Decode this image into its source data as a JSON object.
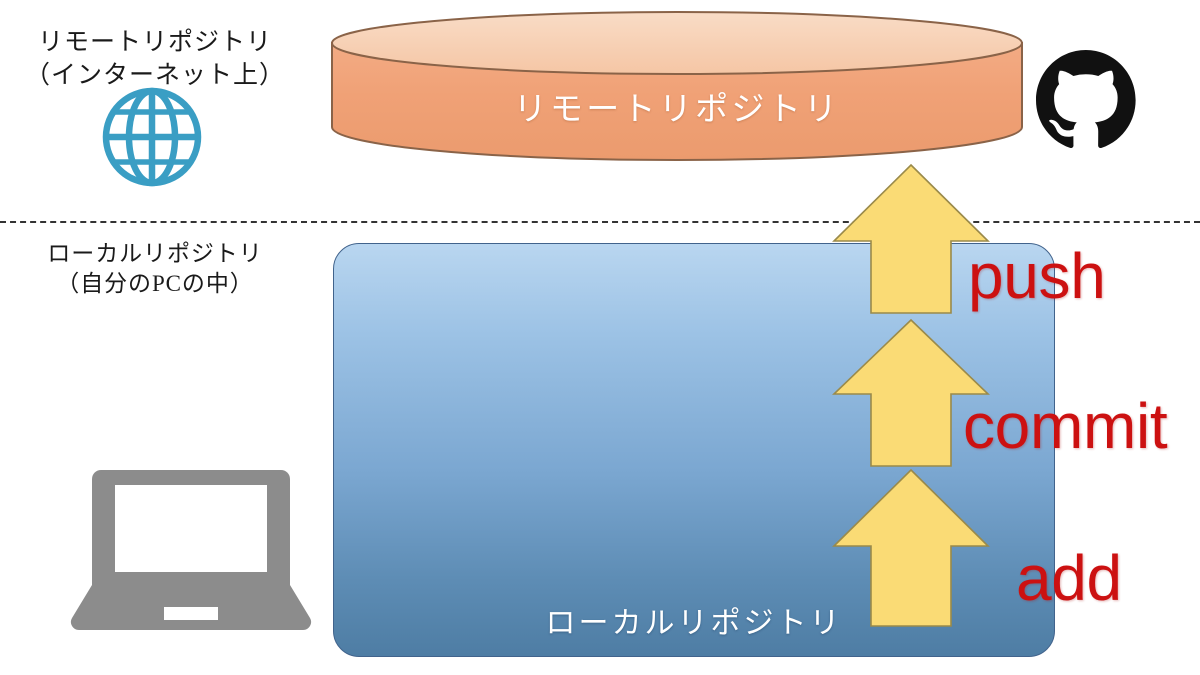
{
  "diagram": {
    "title_alt": "Git push / commit / add flow diagram",
    "divider": {
      "name": "internet-local-divider"
    },
    "remote": {
      "side_label_line1": "リモートリポジトリ",
      "side_label_line2": "（インターネット上）",
      "cylinder_label": "リモートリポジトリ",
      "globe_icon": "globe-icon",
      "service_icon": "github-icon",
      "colors": {
        "cylinder_body": "#f0a176",
        "cylinder_top": "#f7d0b4",
        "cylinder_stroke": "#8a6348",
        "globe": "#3a9ec4",
        "text": "#ffffff"
      }
    },
    "local": {
      "side_label_line1": "ローカルリポジトリ",
      "side_label_line2": "（自分のPCの中）",
      "box_label": "ローカルリポジトリ",
      "device_icon": "laptop-icon",
      "colors": {
        "box_gradient_top": "#b9d6f0",
        "box_gradient_bottom": "#4e7da4",
        "box_stroke": "#41638c",
        "laptop": "#8c8c8c",
        "text": "#ffffff"
      }
    },
    "arrows": [
      {
        "name": "arrow-push",
        "label": "push",
        "icon": "up-arrow-icon",
        "fill": "#fadb75",
        "stroke": "#9a8a4a"
      },
      {
        "name": "arrow-commit",
        "label": "commit",
        "icon": "up-arrow-icon",
        "fill": "#fadb75",
        "stroke": "#9a8a4a"
      },
      {
        "name": "arrow-add",
        "label": "add",
        "icon": "up-arrow-icon",
        "fill": "#fadb75",
        "stroke": "#9a8a4a"
      }
    ],
    "label_color": "#cc1111"
  }
}
